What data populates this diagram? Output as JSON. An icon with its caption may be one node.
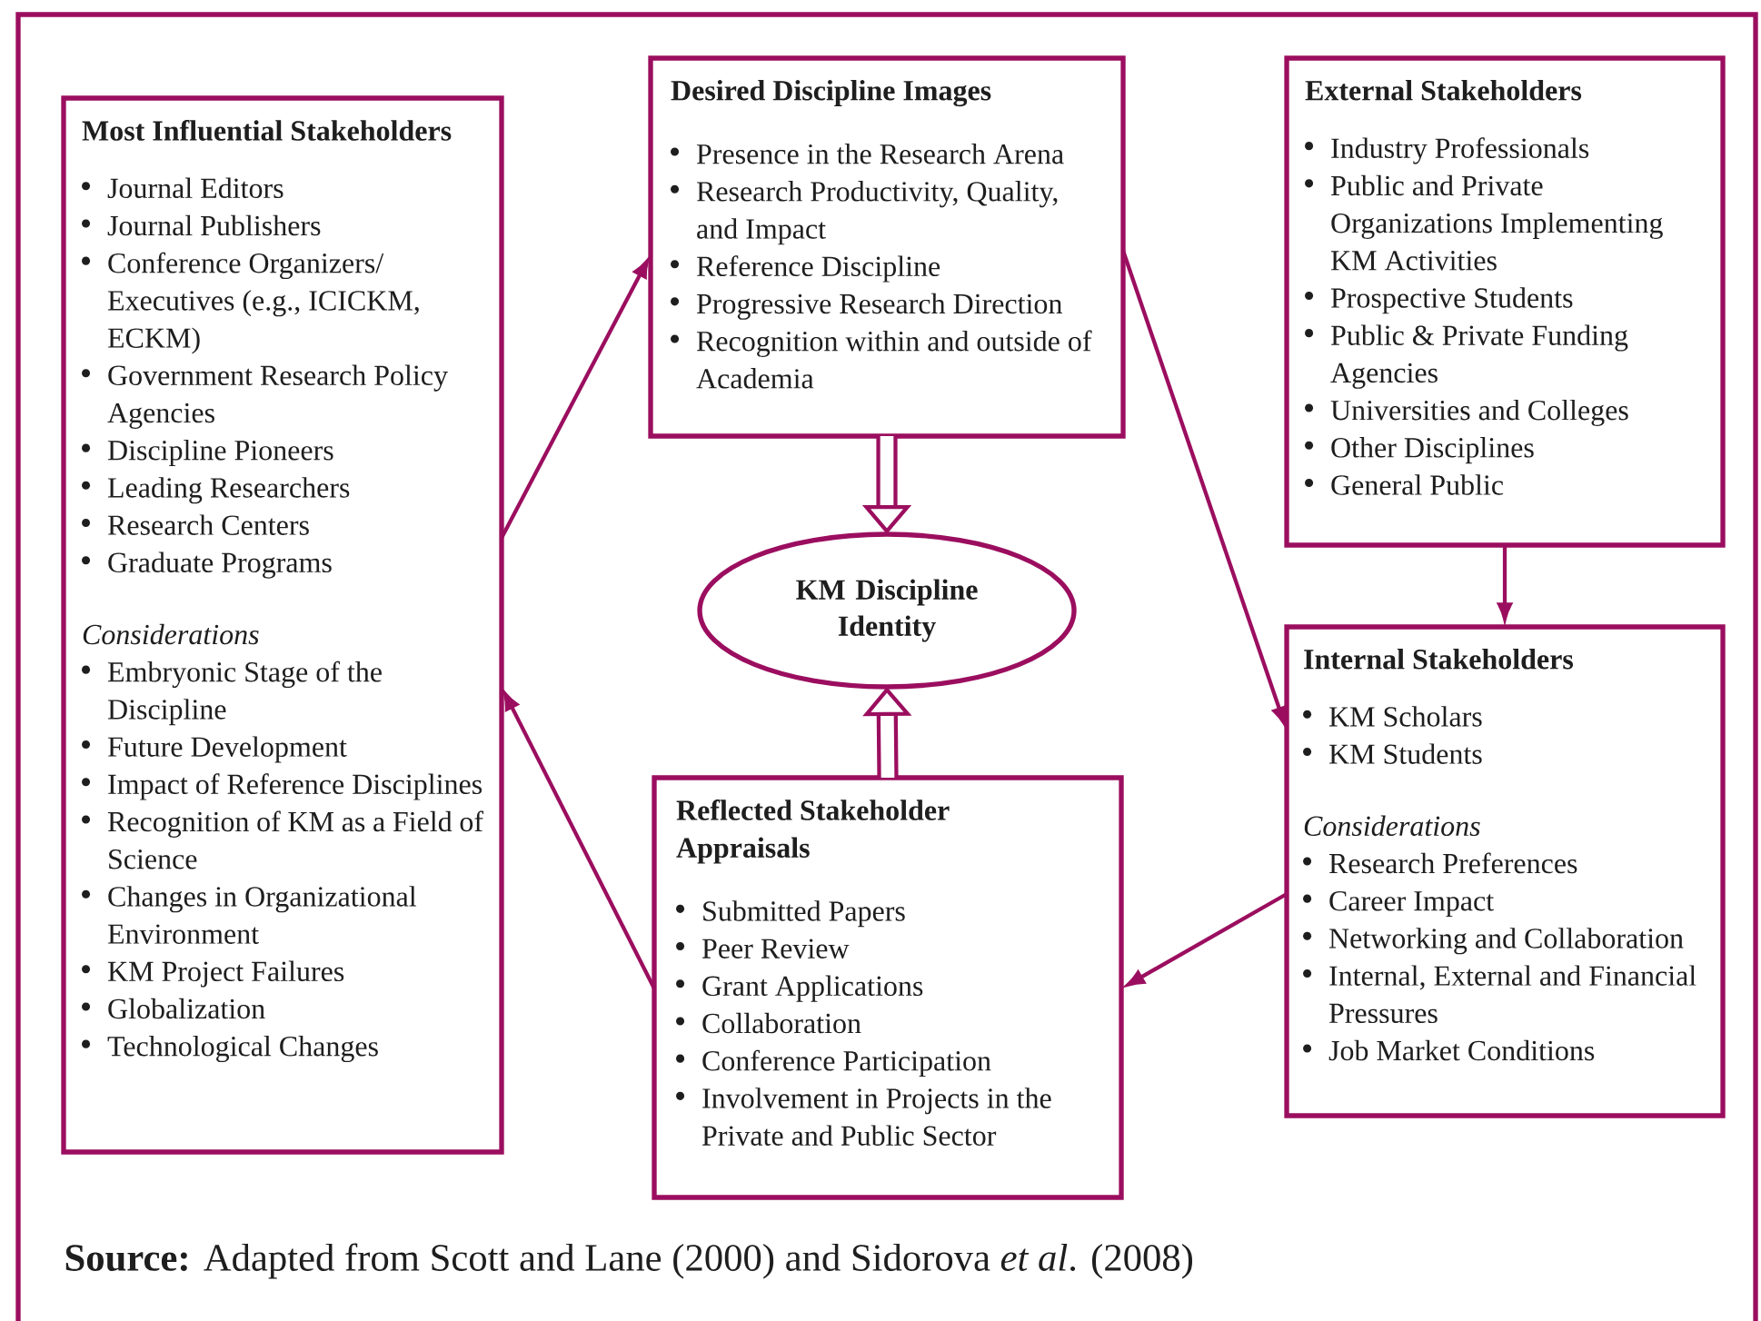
{
  "diagram": {
    "caption": "**Source:** Adapted from Scott and Lane (2000) and Sidorova *et al*. (2008)",
    "nodes": [
      {
        "text": [
          "Most Influential Stakeholders",
          "Journal Editors",
          "Journal Publishers",
          "Conference Organizers/ Executives (e.g., ICICKM, ECKM)",
          "Government Research Policy Agencies",
          "Discipline Pioneers",
          "Leading Researchers",
          "Research Centers",
          "Graduate Programs",
          "Considerations",
          "Embryonic Stage of the Discipline",
          "Future Development",
          "Impact of Reference Disciplines",
          "Recognition of KM as a Field of Science",
          "Changes in Organizational Environment",
          "KM Project Failures",
          "Globalization",
          "Technological Changes"
        ]
      },
      {
        "text": [
          "Desired Discipline Images",
          "Presence in the Research Arena",
          "Research Productivity, Quality, and Impact",
          "Reference Discipline",
          "Progressive Research Direction",
          "Recognition within and outside of Academia"
        ]
      },
      {
        "text": [
          "External Stakeholders",
          "Industry Professionals",
          "Public and Private Organizations Implementing KM Activities",
          "Prospective Students",
          "Public & Private Funding Agencies",
          "Universities and Colleges",
          "Other Disciplines",
          "General Public"
        ]
      },
      {
        "text": [
          "KM Discipline Identity"
        ]
      },
      {
        "text": [
          "Internal Stakeholders",
          "KM Scholars",
          "KM Students",
          "Considerations",
          "Research Preferences",
          "Career Impact",
          "Networking and Collaboration",
          "Internal, External and Financial Pressures",
          "Job Market Conditions"
        ]
      },
      {
        "text": [
          "Reflected Stakeholder Appraisals",
          "Submitted Papers",
          "Peer Review",
          "Grant Applications",
          "Collaboration",
          "Conference Participation",
          "Involvement in Projects in the Private and Public Sector"
        ]
      }
    ],
    "edges": [
      {
        "from": 0,
        "to": 1,
        "arrow": "to"
      },
      {
        "from": 1,
        "to": 4,
        "arrow": "to"
      },
      {
        "from": 2,
        "to": 4,
        "arrow": "to"
      },
      {
        "from": 4,
        "to": 5,
        "arrow": "to"
      },
      {
        "from": 5,
        "to": 0,
        "arrow": "to"
      },
      {
        "from": 1,
        "to": 3,
        "arrow": "to",
        "style": "thick"
      },
      {
        "from": 5,
        "to": 3,
        "arrow": "to",
        "style": "thick"
      }
    ]
  }
}
